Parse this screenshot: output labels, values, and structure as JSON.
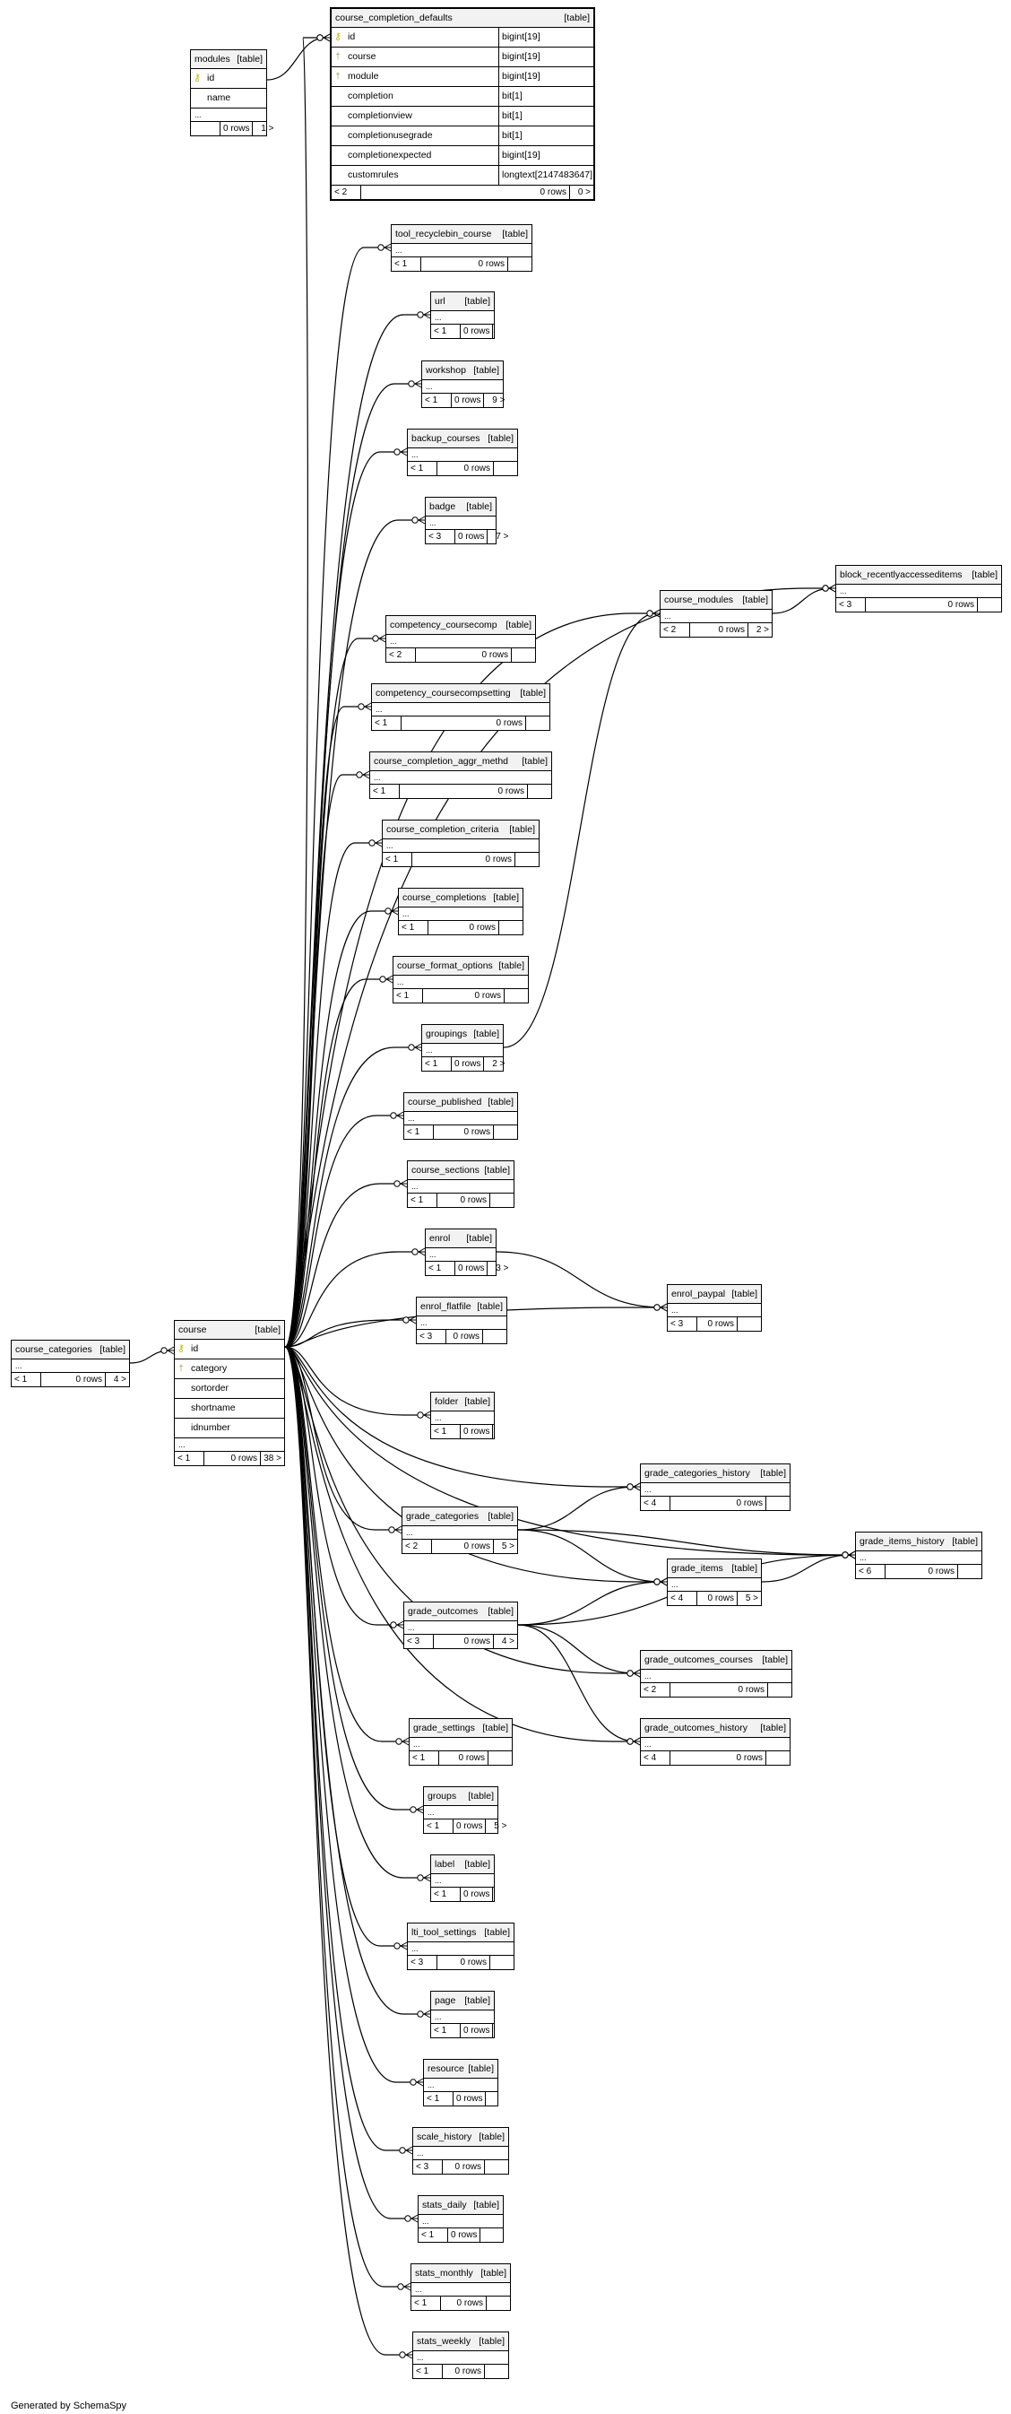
{
  "diagram": {
    "footer": "Generated by SchemaSpy",
    "tag": "[table]",
    "ellipsis": "...",
    "tables": [
      {
        "id": "course_completion_defaults",
        "name": "course_completion_defaults",
        "prev": "< 2",
        "rows": "0 rows",
        "children": "0 >",
        "columns": [
          {
            "key": "pk",
            "name": "id",
            "type": "bigint[19]"
          },
          {
            "key": "fk",
            "name": "course",
            "type": "bigint[19]"
          },
          {
            "key": "fk",
            "name": "module",
            "type": "bigint[19]"
          },
          {
            "key": "",
            "name": "completion",
            "type": "bit[1]"
          },
          {
            "key": "",
            "name": "completionview",
            "type": "bit[1]"
          },
          {
            "key": "",
            "name": "completionusegrade",
            "type": "bit[1]"
          },
          {
            "key": "",
            "name": "completionexpected",
            "type": "bigint[19]"
          },
          {
            "key": "",
            "name": "customrules",
            "type": "longtext[2147483647]"
          }
        ]
      },
      {
        "id": "modules",
        "name": "modules",
        "prev": "",
        "rows": "0 rows",
        "children": "1 >",
        "columns": [
          {
            "key": "pk",
            "name": "id",
            "type": ""
          },
          {
            "key": "",
            "name": "name",
            "type": ""
          }
        ]
      },
      {
        "id": "course",
        "name": "course",
        "prev": "< 1",
        "rows": "0 rows",
        "children": "38 >",
        "columns": [
          {
            "key": "pk",
            "name": "id",
            "type": ""
          },
          {
            "key": "fk",
            "name": "category",
            "type": ""
          },
          {
            "key": "",
            "name": "sortorder",
            "type": ""
          },
          {
            "key": "",
            "name": "shortname",
            "type": ""
          },
          {
            "key": "",
            "name": "idnumber",
            "type": ""
          }
        ]
      },
      {
        "id": "course_categories",
        "name": "course_categories",
        "prev": "< 1",
        "rows": "0 rows",
        "children": "4 >",
        "columns": []
      },
      {
        "id": "tool_recyclebin_course",
        "name": "tool_recyclebin_course",
        "prev": "< 1",
        "rows": "0 rows",
        "children": "",
        "columns": []
      },
      {
        "id": "url",
        "name": "url",
        "prev": "< 1",
        "rows": "0 rows",
        "children": "",
        "columns": []
      },
      {
        "id": "workshop",
        "name": "workshop",
        "prev": "< 1",
        "rows": "0 rows",
        "children": "9 >",
        "columns": []
      },
      {
        "id": "backup_courses",
        "name": "backup_courses",
        "prev": "< 1",
        "rows": "0 rows",
        "children": "",
        "columns": []
      },
      {
        "id": "badge",
        "name": "badge",
        "prev": "< 3",
        "rows": "0 rows",
        "children": "7 >",
        "columns": []
      },
      {
        "id": "block_recentlyaccesseditems",
        "name": "block_recentlyaccesseditems",
        "prev": "< 3",
        "rows": "0 rows",
        "children": "",
        "columns": []
      },
      {
        "id": "course_modules",
        "name": "course_modules",
        "prev": "< 2",
        "rows": "0 rows",
        "children": "2 >",
        "columns": []
      },
      {
        "id": "competency_coursecomp",
        "name": "competency_coursecomp",
        "prev": "< 2",
        "rows": "0 rows",
        "children": "",
        "columns": []
      },
      {
        "id": "competency_coursecompsetting",
        "name": "competency_coursecompsetting",
        "prev": "< 1",
        "rows": "0 rows",
        "children": "",
        "columns": []
      },
      {
        "id": "course_completion_aggr_methd",
        "name": "course_completion_aggr_methd",
        "prev": "< 1",
        "rows": "0 rows",
        "children": "",
        "columns": []
      },
      {
        "id": "course_completion_criteria",
        "name": "course_completion_criteria",
        "prev": "< 1",
        "rows": "0 rows",
        "children": "",
        "columns": []
      },
      {
        "id": "course_completions",
        "name": "course_completions",
        "prev": "< 1",
        "rows": "0 rows",
        "children": "",
        "columns": []
      },
      {
        "id": "course_format_options",
        "name": "course_format_options",
        "prev": "< 1",
        "rows": "0 rows",
        "children": "",
        "columns": []
      },
      {
        "id": "groupings",
        "name": "groupings",
        "prev": "< 1",
        "rows": "0 rows",
        "children": "2 >",
        "columns": []
      },
      {
        "id": "course_published",
        "name": "course_published",
        "prev": "< 1",
        "rows": "0 rows",
        "children": "",
        "columns": []
      },
      {
        "id": "course_sections",
        "name": "course_sections",
        "prev": "< 1",
        "rows": "0 rows",
        "children": "",
        "columns": []
      },
      {
        "id": "enrol",
        "name": "enrol",
        "prev": "< 1",
        "rows": "0 rows",
        "children": "3 >",
        "columns": []
      },
      {
        "id": "enrol_paypal",
        "name": "enrol_paypal",
        "prev": "< 3",
        "rows": "0 rows",
        "children": "",
        "columns": []
      },
      {
        "id": "enrol_flatfile",
        "name": "enrol_flatfile",
        "prev": "< 3",
        "rows": "0 rows",
        "children": "",
        "columns": []
      },
      {
        "id": "folder",
        "name": "folder",
        "prev": "< 1",
        "rows": "0 rows",
        "children": "",
        "columns": []
      },
      {
        "id": "grade_categories_history",
        "name": "grade_categories_history",
        "prev": "< 4",
        "rows": "0 rows",
        "children": "",
        "columns": []
      },
      {
        "id": "grade_items_history",
        "name": "grade_items_history",
        "prev": "< 6",
        "rows": "0 rows",
        "children": "",
        "columns": []
      },
      {
        "id": "grade_categories",
        "name": "grade_categories",
        "prev": "< 2",
        "rows": "0 rows",
        "children": "5 >",
        "columns": []
      },
      {
        "id": "grade_items",
        "name": "grade_items",
        "prev": "< 4",
        "rows": "0 rows",
        "children": "5 >",
        "columns": []
      },
      {
        "id": "grade_outcomes",
        "name": "grade_outcomes",
        "prev": "< 3",
        "rows": "0 rows",
        "children": "4 >",
        "columns": []
      },
      {
        "id": "grade_outcomes_courses",
        "name": "grade_outcomes_courses",
        "prev": "< 2",
        "rows": "0 rows",
        "children": "",
        "columns": []
      },
      {
        "id": "grade_outcomes_history",
        "name": "grade_outcomes_history",
        "prev": "< 4",
        "rows": "0 rows",
        "children": "",
        "columns": []
      },
      {
        "id": "grade_settings",
        "name": "grade_settings",
        "prev": "< 1",
        "rows": "0 rows",
        "children": "",
        "columns": []
      },
      {
        "id": "groups",
        "name": "groups",
        "prev": "< 1",
        "rows": "0 rows",
        "children": "5 >",
        "columns": []
      },
      {
        "id": "label",
        "name": "label",
        "prev": "< 1",
        "rows": "0 rows",
        "children": "",
        "columns": []
      },
      {
        "id": "lti_tool_settings",
        "name": "lti_tool_settings",
        "prev": "< 3",
        "rows": "0 rows",
        "children": "",
        "columns": []
      },
      {
        "id": "page",
        "name": "page",
        "prev": "< 1",
        "rows": "0 rows",
        "children": "",
        "columns": []
      },
      {
        "id": "resource",
        "name": "resource",
        "prev": "< 1",
        "rows": "0 rows",
        "children": "",
        "columns": []
      },
      {
        "id": "scale_history",
        "name": "scale_history",
        "prev": "< 3",
        "rows": "0 rows",
        "children": "",
        "columns": []
      },
      {
        "id": "stats_daily",
        "name": "stats_daily",
        "prev": "< 1",
        "rows": "0 rows",
        "children": "",
        "columns": []
      },
      {
        "id": "stats_monthly",
        "name": "stats_monthly",
        "prev": "< 1",
        "rows": "0 rows",
        "children": "",
        "columns": []
      },
      {
        "id": "stats_weekly",
        "name": "stats_weekly",
        "prev": "< 1",
        "rows": "0 rows",
        "children": "",
        "columns": []
      }
    ],
    "relations": [
      [
        "course",
        "course_completion_defaults"
      ],
      [
        "modules",
        "course_completion_defaults"
      ],
      [
        "course_categories",
        "course"
      ],
      [
        "course",
        "tool_recyclebin_course"
      ],
      [
        "course",
        "url"
      ],
      [
        "course",
        "workshop"
      ],
      [
        "course",
        "backup_courses"
      ],
      [
        "course",
        "badge"
      ],
      [
        "course",
        "block_recentlyaccesseditems"
      ],
      [
        "course",
        "course_modules"
      ],
      [
        "course_modules",
        "block_recentlyaccesseditems"
      ],
      [
        "groupings",
        "course_modules"
      ],
      [
        "course",
        "competency_coursecomp"
      ],
      [
        "course",
        "competency_coursecompsetting"
      ],
      [
        "course",
        "course_completion_aggr_methd"
      ],
      [
        "course",
        "course_completion_criteria"
      ],
      [
        "course",
        "course_completions"
      ],
      [
        "course",
        "course_format_options"
      ],
      [
        "course",
        "groupings"
      ],
      [
        "course",
        "course_published"
      ],
      [
        "course",
        "course_sections"
      ],
      [
        "course",
        "enrol"
      ],
      [
        "enrol",
        "enrol_paypal"
      ],
      [
        "course",
        "enrol_paypal"
      ],
      [
        "course",
        "enrol_flatfile"
      ],
      [
        "course",
        "folder"
      ],
      [
        "course",
        "grade_categories_history"
      ],
      [
        "grade_categories",
        "grade_categories_history"
      ],
      [
        "course",
        "grade_items_history"
      ],
      [
        "grade_categories",
        "grade_items_history"
      ],
      [
        "grade_items",
        "grade_items_history"
      ],
      [
        "grade_outcomes",
        "grade_items_history"
      ],
      [
        "course",
        "grade_categories"
      ],
      [
        "course",
        "grade_items"
      ],
      [
        "grade_categories",
        "grade_items"
      ],
      [
        "grade_outcomes",
        "grade_items"
      ],
      [
        "course",
        "grade_outcomes"
      ],
      [
        "course",
        "grade_outcomes_courses"
      ],
      [
        "grade_outcomes",
        "grade_outcomes_courses"
      ],
      [
        "course",
        "grade_outcomes_history"
      ],
      [
        "grade_outcomes",
        "grade_outcomes_history"
      ],
      [
        "course",
        "grade_settings"
      ],
      [
        "course",
        "groups"
      ],
      [
        "course",
        "label"
      ],
      [
        "course",
        "lti_tool_settings"
      ],
      [
        "course",
        "page"
      ],
      [
        "course",
        "resource"
      ],
      [
        "course",
        "scale_history"
      ],
      [
        "course",
        "stats_daily"
      ],
      [
        "course",
        "stats_monthly"
      ],
      [
        "course",
        "stats_weekly"
      ]
    ]
  }
}
